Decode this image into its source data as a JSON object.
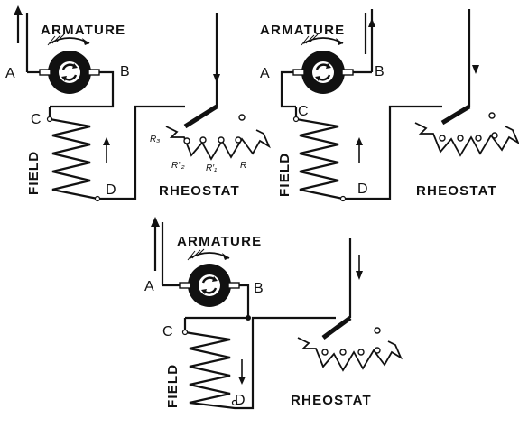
{
  "figures": [
    {
      "armature_label": "ARMATURE",
      "terminal_a": "A",
      "terminal_b": "B",
      "terminal_c": "C",
      "terminal_d": "D",
      "field_label": "FIELD",
      "rheostat_label": "RHEOSTAT",
      "resistor_labels": [
        "R₃",
        "R″₂",
        "R′₁",
        "R"
      ]
    },
    {
      "armature_label": "ARMATURE",
      "terminal_a": "A",
      "terminal_b": "B",
      "terminal_c": "C",
      "terminal_d": "D",
      "field_label": "FIELD",
      "rheostat_label": "RHEOSTAT"
    },
    {
      "armature_label": "ARMATURE",
      "terminal_a": "A",
      "terminal_b": "B",
      "terminal_c": "C",
      "terminal_d": "D",
      "field_label": "FIELD",
      "rheostat_label": "RHEOSTAT"
    }
  ]
}
